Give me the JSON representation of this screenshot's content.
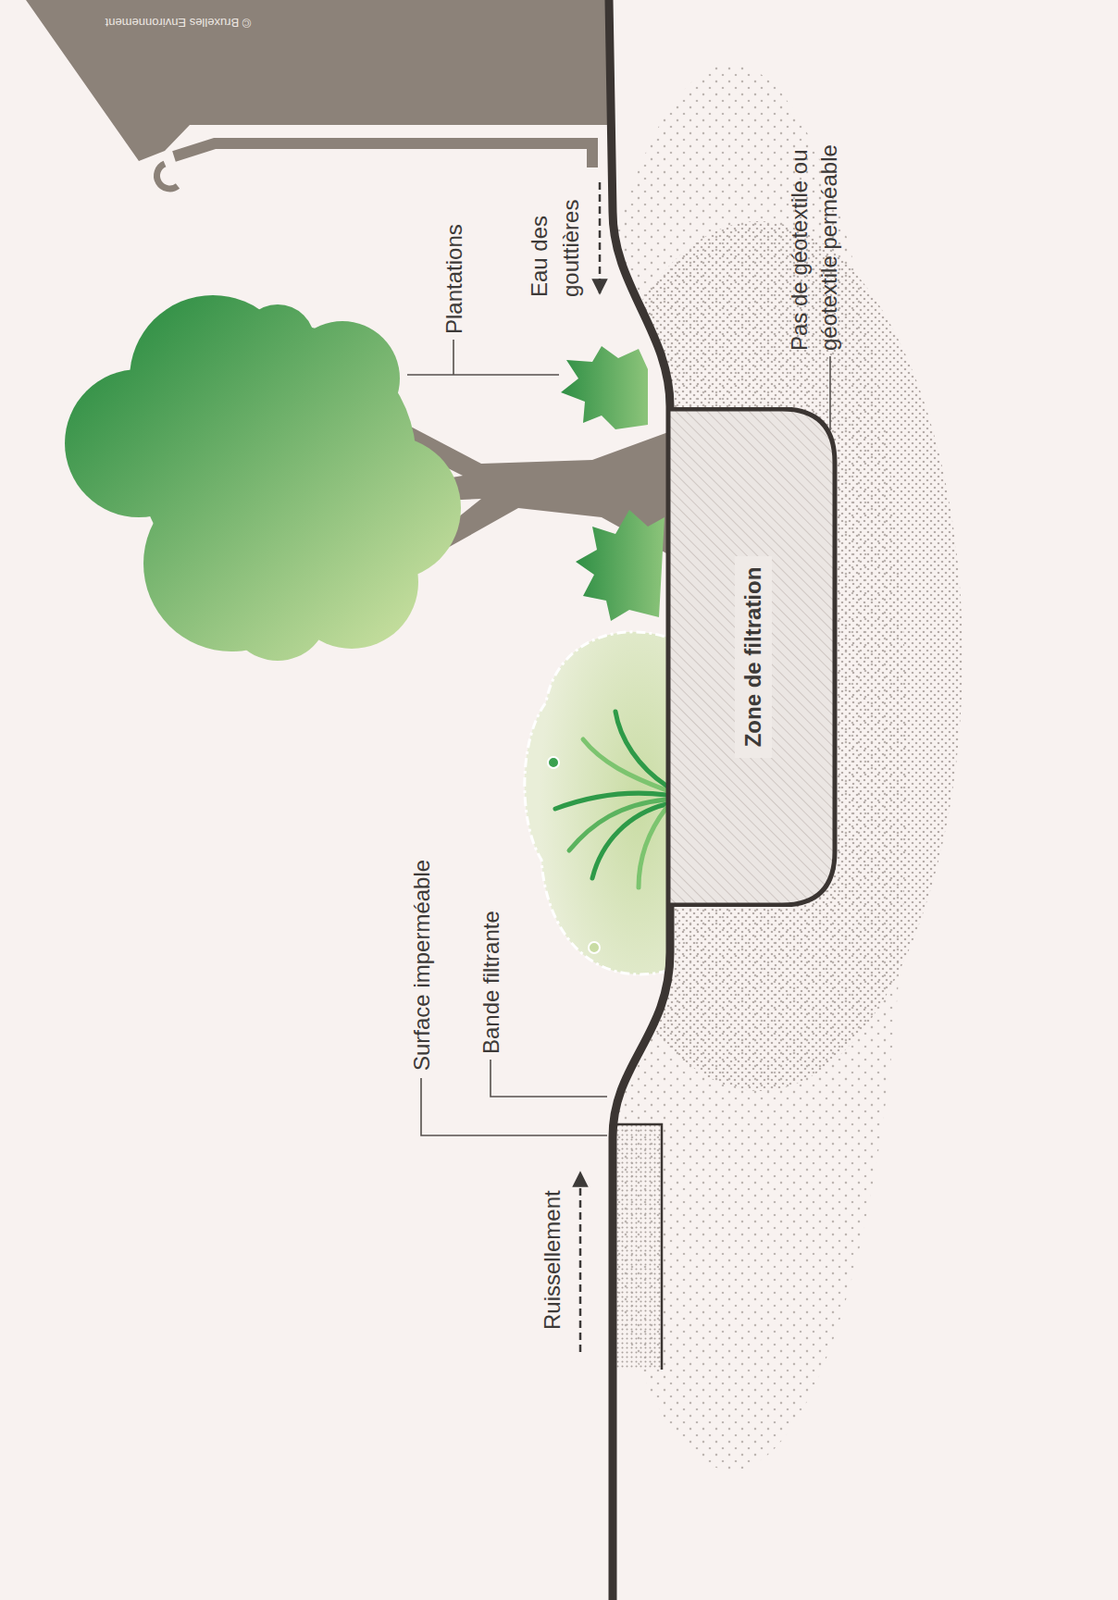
{
  "diagram": {
    "nodes": [
      {
        "text": [
          "Zone de filtration"
        ]
      }
    ],
    "labels": [
      "Ruissellement",
      "Surface imperméable",
      "Bande filtrante",
      "Plantations",
      "Eau des gouttières",
      "Pas de géotextile ou géotextile perméable",
      "© Bruxelles Environnement"
    ]
  }
}
